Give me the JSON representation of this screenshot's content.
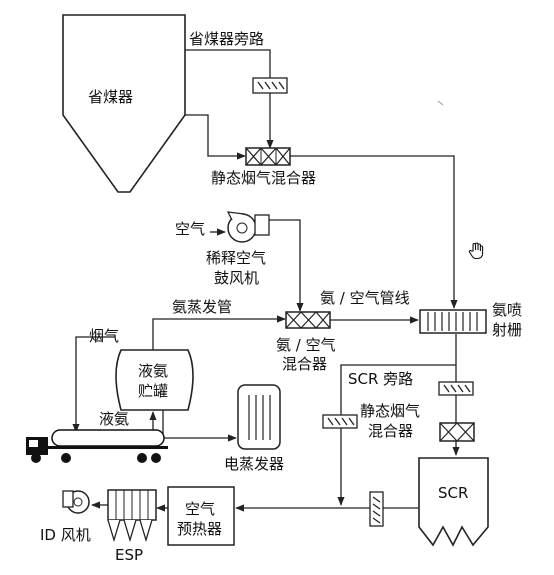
{
  "labels": {
    "economizer": "省煤器",
    "economizer_bypass": "省煤器旁路",
    "static_mixer_top": "静态烟气混合器",
    "air": "空气",
    "dilution_fan_1": "稀释空气",
    "dilution_fan_2": "鼓风机",
    "ammonia_vapor_pipe": "氨蒸发管",
    "ammonia_air_line": "氨 / 空气管线",
    "ammonia_grid_1": "氨喷",
    "ammonia_grid_2": "射栅",
    "flue_gas": "烟气",
    "ammonia_air_mixer_1": "氨 / 空气",
    "ammonia_air_mixer_2": "混合器",
    "tank_1": "液氨",
    "tank_2": "贮罐",
    "liquid_ammonia": "液氨",
    "scr_bypass": "SCR 旁路",
    "static_mixer_right_1": "静态烟气",
    "static_mixer_right_2": "混合器",
    "vaporizer": "电蒸发器",
    "scr": "SCR",
    "air_preheater_1": "空气",
    "air_preheater_2": "预热器",
    "id_fan": "ID 风机",
    "esp": "ESP"
  },
  "icons": [
    "hand-cursor-icon",
    "tanker-truck-icon",
    "fan-icon",
    "damper-icon",
    "mixer-icon"
  ],
  "line_color": "#222222"
}
